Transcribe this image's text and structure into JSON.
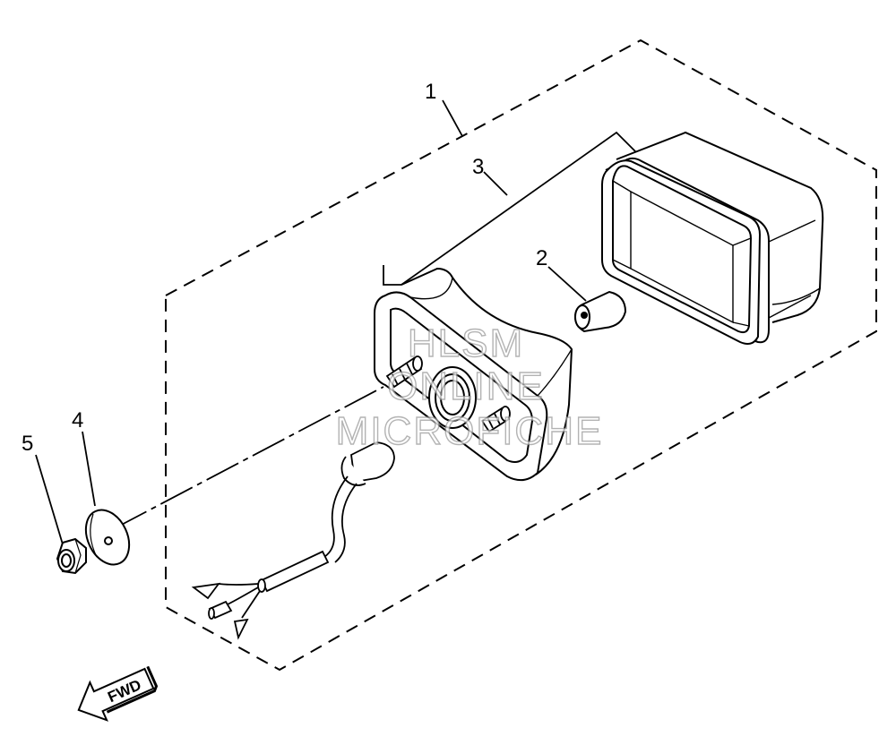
{
  "diagram": {
    "callouts": [
      {
        "id": "1",
        "label": "1"
      },
      {
        "id": "2",
        "label": "2"
      },
      {
        "id": "3",
        "label": "3"
      },
      {
        "id": "4",
        "label": "4"
      },
      {
        "id": "5",
        "label": "5"
      }
    ],
    "direction_label": "FWD",
    "watermark": {
      "line1": "HLSM",
      "line2": "ONLINE",
      "line3": "MICROFICHE"
    }
  }
}
